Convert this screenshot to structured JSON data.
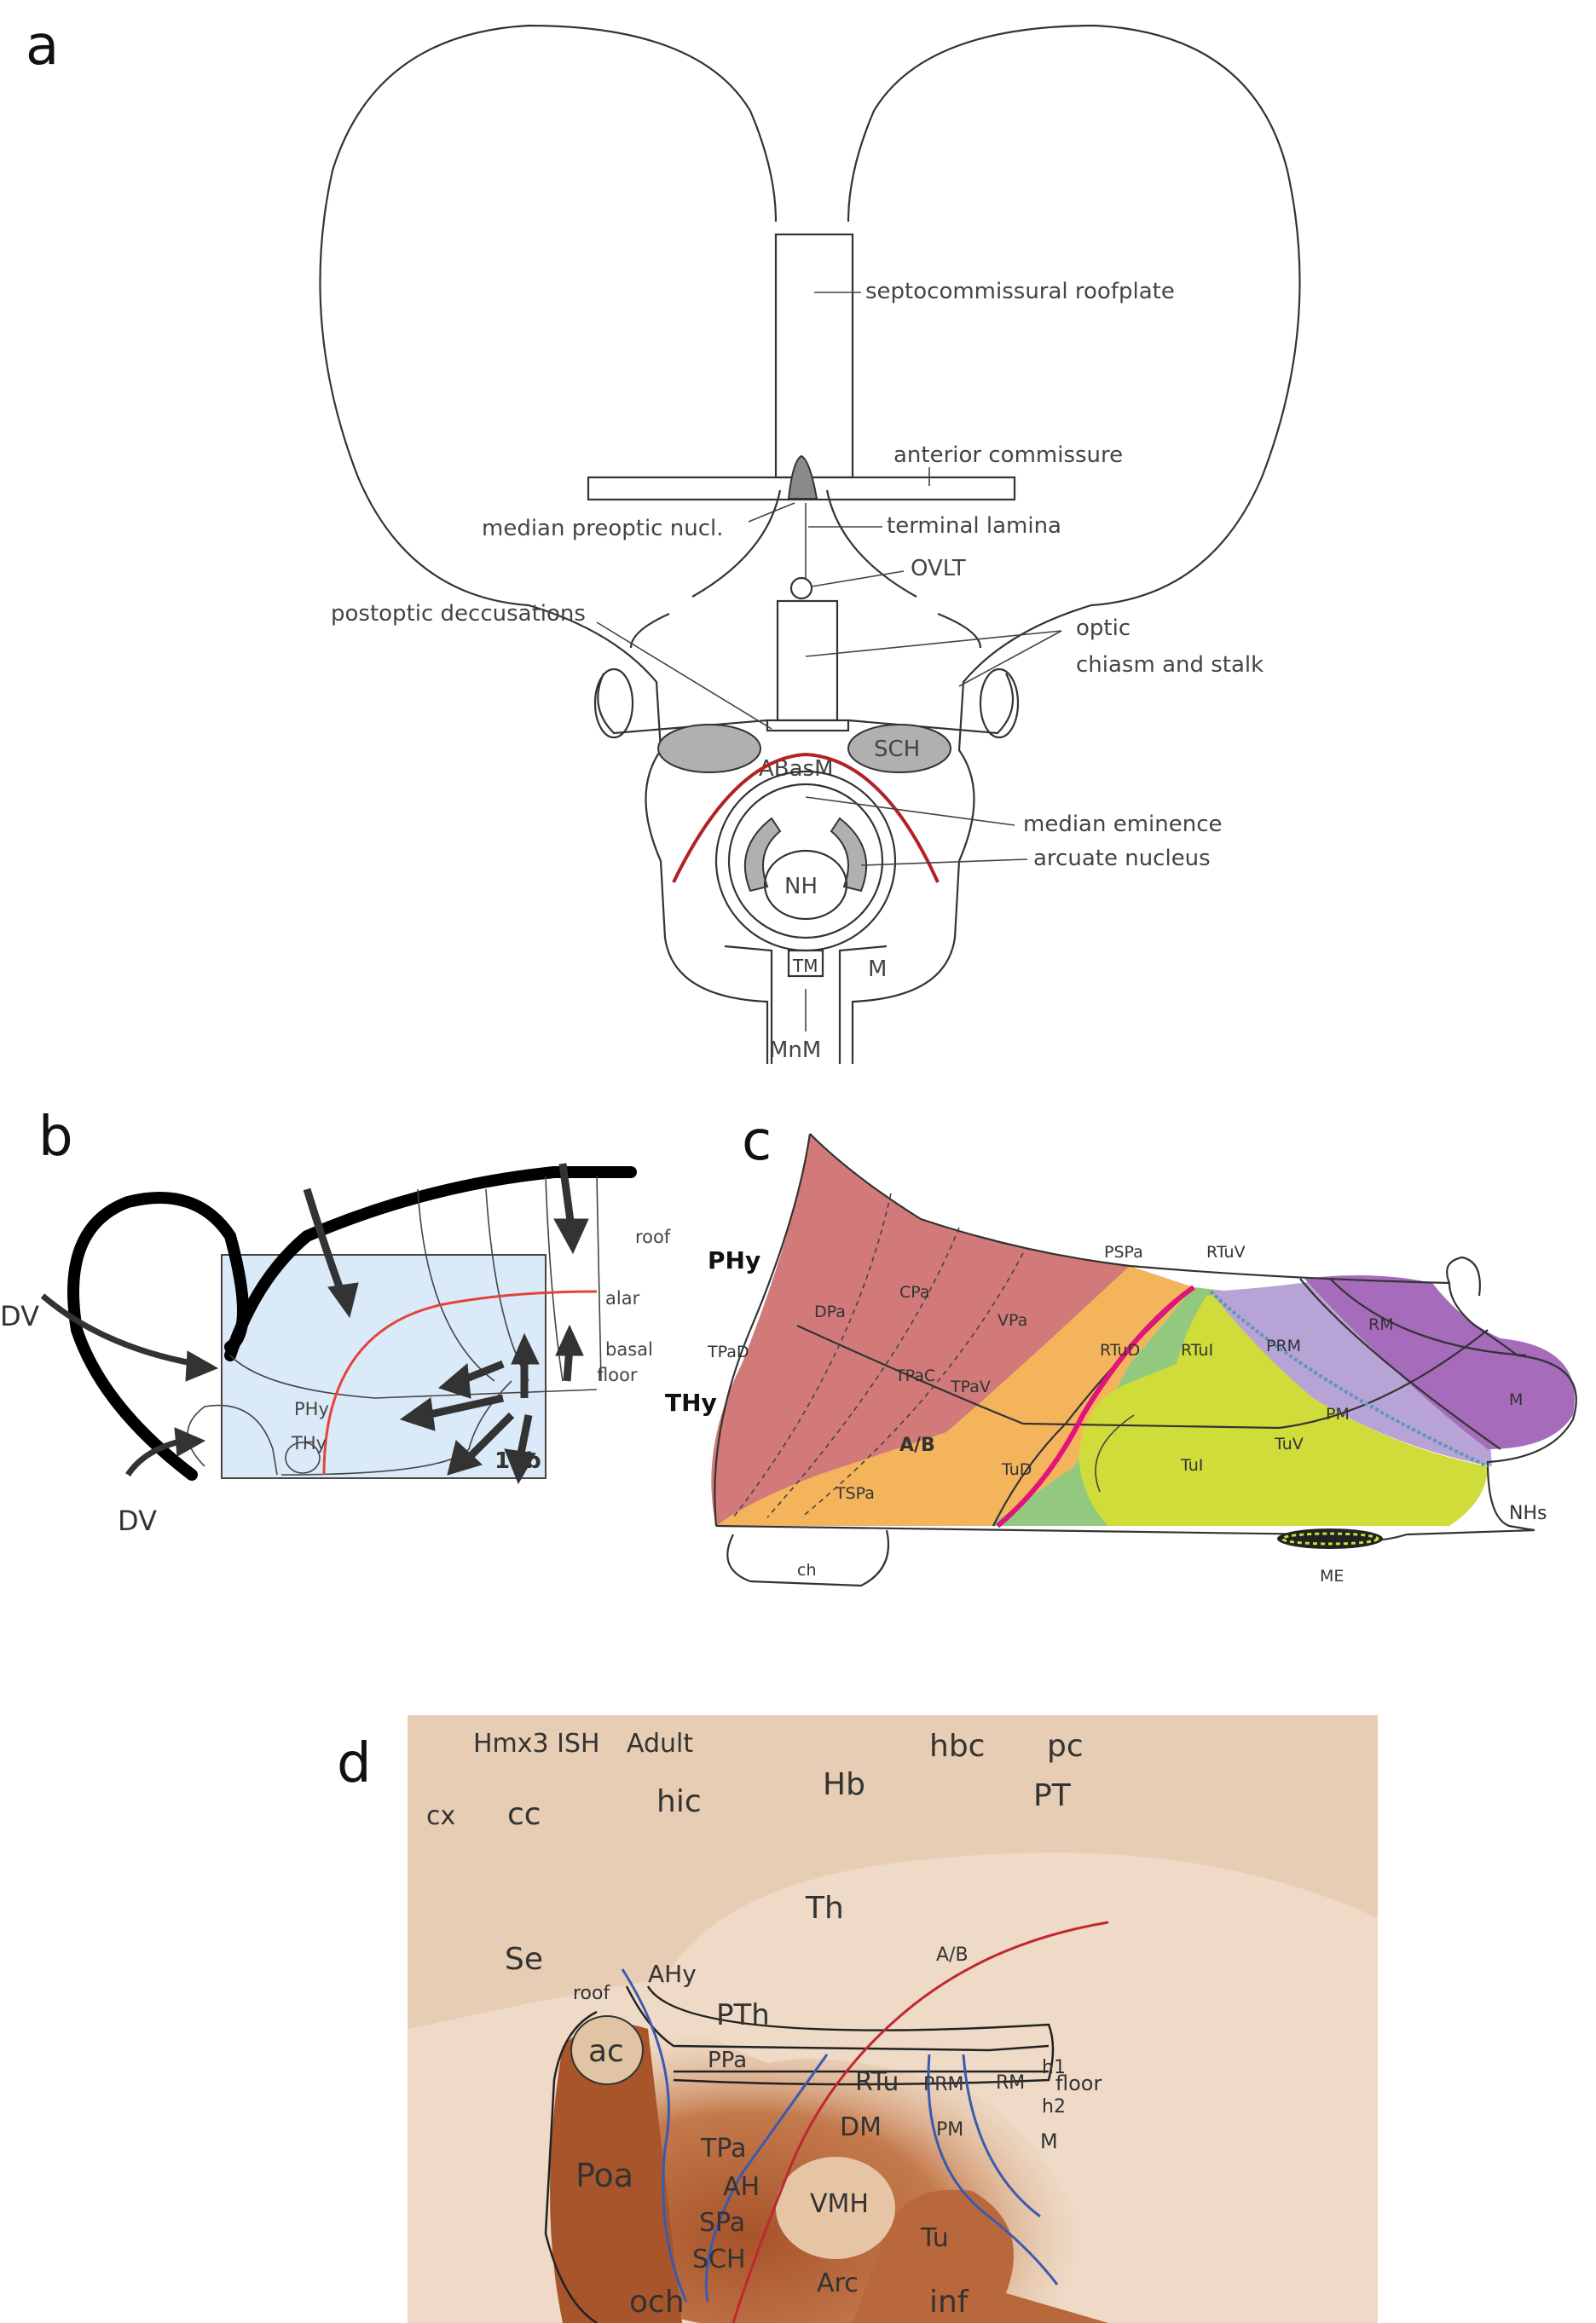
{
  "panels": {
    "a": {
      "letter": "a",
      "labels": {
        "septo": "septocommissural roofplate",
        "ant_comm": "anterior commissure",
        "median_preoptic": "median preoptic nucl.",
        "terminal_lamina": "terminal lamina",
        "ovlt": "OVLT",
        "postoptic": "postoptic deccusations",
        "optic1": "optic",
        "optic2": "chiasm and stalk",
        "abasm": "ABasM",
        "sch": "SCH",
        "median_eminence": "median eminence",
        "arcuate": "arcuate nucleus",
        "nh": "NH",
        "tm": "TM",
        "m": "M",
        "mnm": "MnM"
      }
    },
    "b": {
      "letter": "b",
      "labels": {
        "dv_top": "DV",
        "dv_bottom": "DV",
        "roof": "roof",
        "alar": "alar",
        "basal": "basal",
        "floor": "floor",
        "phy": "PHy",
        "thy": "THy",
        "box": "16b"
      }
    },
    "c": {
      "letter": "c",
      "labels": {
        "phy": "PHy",
        "thy": "THy",
        "tpad": "TPaD",
        "dpa": "DPa",
        "cpa": "CPa",
        "vpa": "VPa",
        "tpac": "TPaC",
        "tpav": "TPaV",
        "pspa": "PSPa",
        "rtuv": "RTuV",
        "rtud": "RTuD",
        "rtui": "RTuI",
        "prm": "PRM",
        "rm": "RM",
        "m": "M",
        "pm": "PM",
        "tuv": "TuV",
        "tui": "TuI",
        "tud": "TuD",
        "ab": "A/B",
        "tspa": "TSPa",
        "ch": "ch",
        "me": "ME",
        "nhs": "NHs"
      },
      "colors": {
        "pallial_red": "#d27a7a",
        "orange": "#f4b45c",
        "green": "#93c97e",
        "yellow": "#cfdc3a",
        "lilac": "#b7a3d6",
        "purple": "#a66bbb",
        "ab_line": "#e0157a"
      }
    },
    "d": {
      "letter": "d",
      "labels": {
        "hmx": "Hmx3 ISH",
        "adult": "Adult",
        "cx": "cx",
        "cc": "cc",
        "hic": "hic",
        "hb": "Hb",
        "hbc": "hbc",
        "pc": "pc",
        "pt": "PT",
        "th": "Th",
        "se": "Se",
        "roof": "roof",
        "ahy": "AHy",
        "ab": "A/B",
        "pth": "PTh",
        "ac": "ac",
        "ppa": "PPa",
        "rtu": "RTu",
        "prm": "PRM",
        "rm": "RM",
        "h1": "h1",
        "floor": "floor",
        "h2": "h2",
        "m": "M",
        "pm": "PM",
        "dm": "DM",
        "tpa": "TPa",
        "poa": "Poa",
        "ah": "AH",
        "spa": "SPa",
        "vmh": "VMH",
        "sch": "SCH",
        "tu": "Tu",
        "och": "och",
        "arc": "Arc",
        "inf": "inf"
      }
    }
  }
}
